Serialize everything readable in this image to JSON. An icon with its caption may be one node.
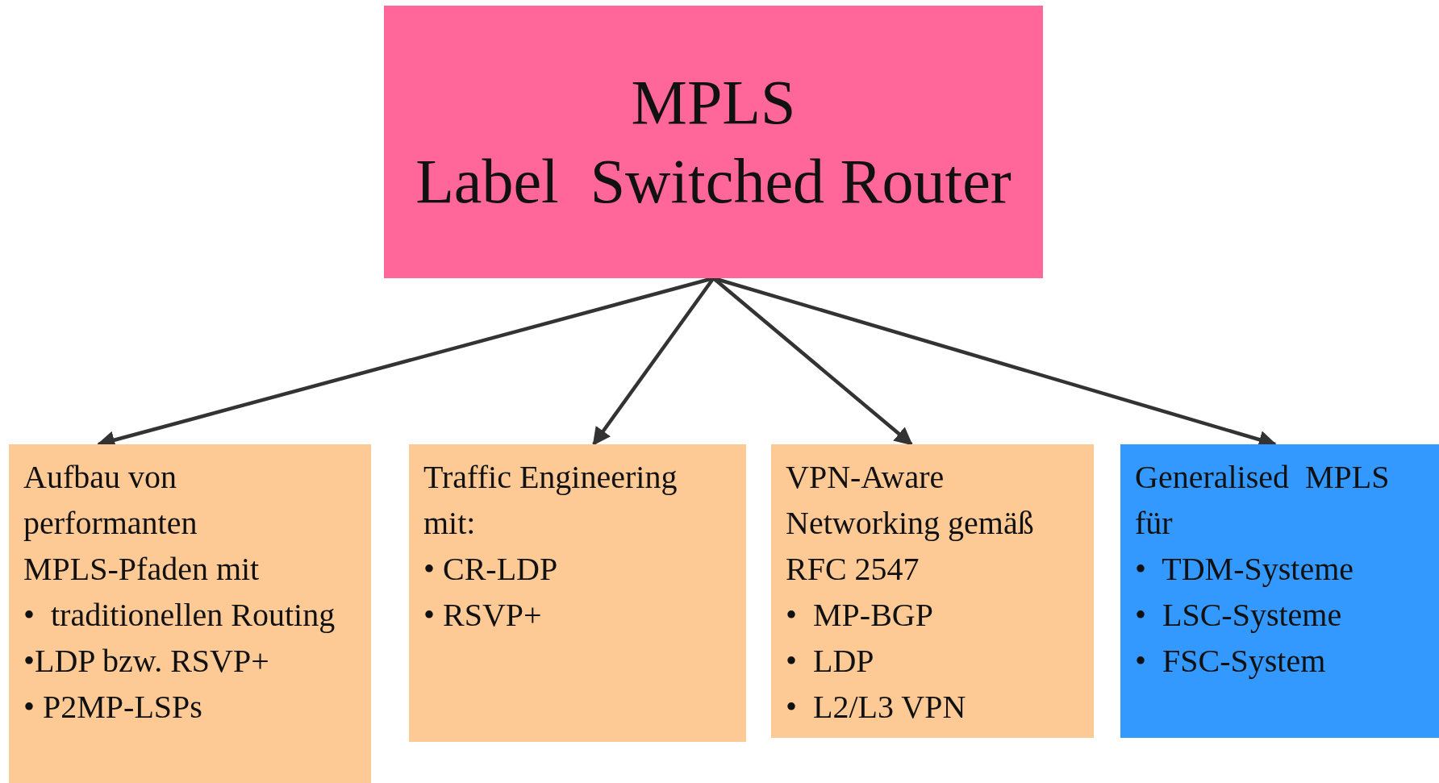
{
  "diagram": {
    "nodes": [
      {
        "text": [
          "MPLS",
          "Label  Switched Router"
        ]
      },
      {
        "text": [
          "Aufbau von performanten  MPLS-Pfaden mit",
          "•  traditionellen Routing",
          "•LDP bzw. RSVP+",
          "• P2MP-LSPs"
        ]
      },
      {
        "text": [
          "Traffic Engineering mit:",
          "• CR-LDP",
          "• RSVP+"
        ]
      },
      {
        "text": [
          "VPN-Aware Networking gemäß RFC 2547",
          "•  MP-BGP",
          "•  LDP",
          "•  L2/L3 VPN"
        ]
      },
      {
        "text": [
          "Generalised  MPLS für",
          "•  TDM-Systeme",
          "•  LSC-Systeme",
          "•  FSC-System"
        ]
      }
    ],
    "edges": [
      {
        "from": 0,
        "to": 1,
        "arrow": "to"
      },
      {
        "from": 0,
        "to": 2,
        "arrow": "to"
      },
      {
        "from": 0,
        "to": 3,
        "arrow": "to"
      },
      {
        "from": 0,
        "to": 4,
        "arrow": "to"
      }
    ]
  }
}
